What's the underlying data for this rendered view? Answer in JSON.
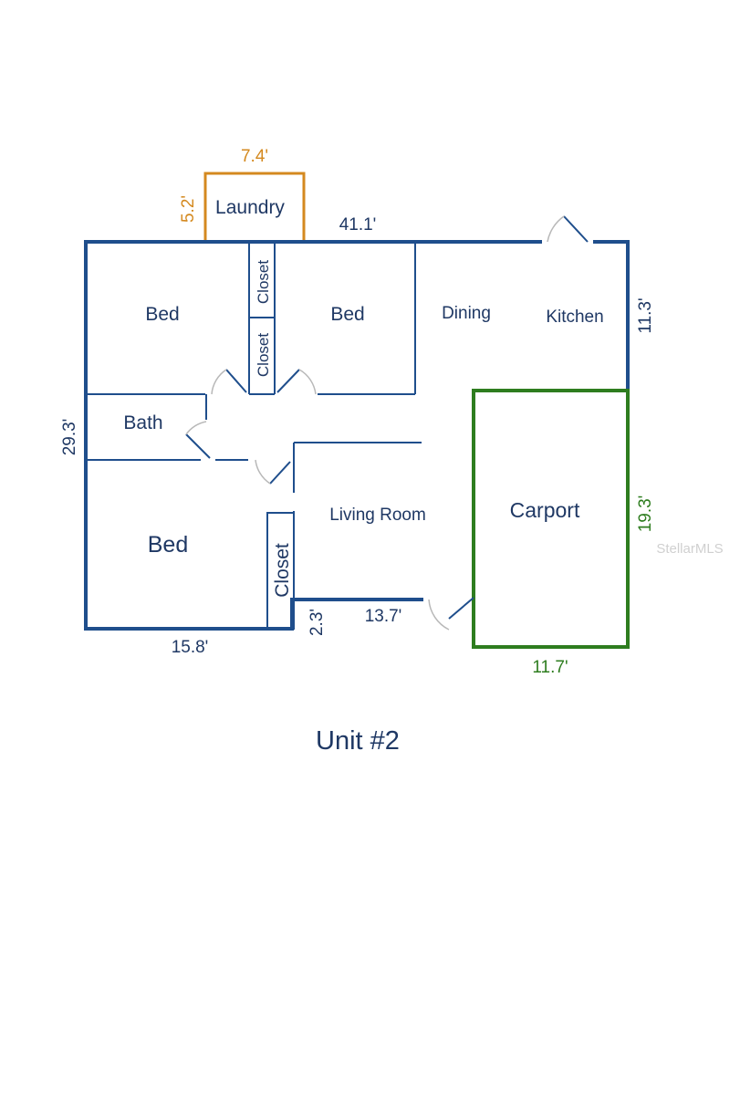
{
  "title": "Unit #2",
  "rooms": {
    "laundry": "Laundry",
    "bed1": "Bed",
    "bed2": "Bed",
    "bed3": "Bed",
    "closet1": "Closet",
    "closet2": "Closet",
    "closet3": "Closet",
    "bath": "Bath",
    "dining": "Dining",
    "kitchen": "Kitchen",
    "living": "Living Room",
    "carport": "Carport"
  },
  "dimensions": {
    "laundry_width": "7.4'",
    "laundry_depth": "5.2'",
    "top_width": "41.1'",
    "kitchen_depth": "11.3'",
    "left_depth": "29.3'",
    "carport_depth": "19.3'",
    "bottom_left_width": "15.8'",
    "step_depth": "2.3'",
    "living_width": "13.7'",
    "carport_width": "11.7'"
  },
  "watermark": "StellarMLS",
  "colors": {
    "wall": "#1f4e8c",
    "text": "#1f3864",
    "laundry": "#d4891f",
    "carport": "#2e7d1f"
  }
}
